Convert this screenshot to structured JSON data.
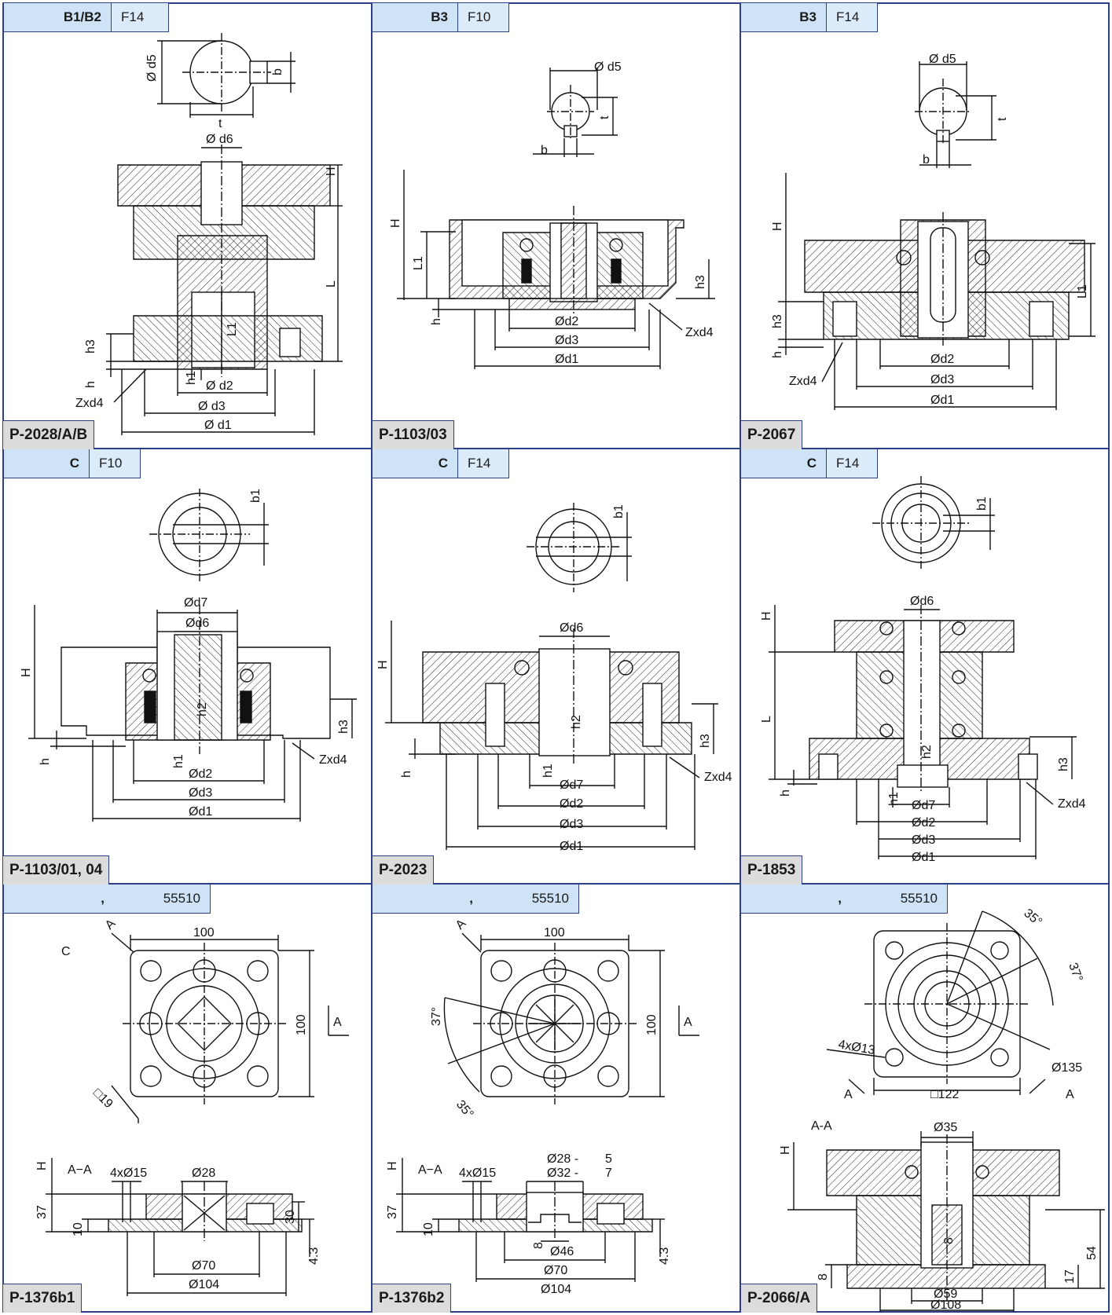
{
  "colors": {
    "grid": "#2b3f8a",
    "tag_fill": "#cfe3f6",
    "code_fill": "#dcdcdc",
    "line": "#111111"
  },
  "panels": [
    {
      "tag1": "B1/B2",
      "tag2": "F14",
      "code": "P-2028/A/B",
      "dims": {
        "d5": "Ø d5",
        "b": "b",
        "t": "t",
        "d6": "Ø d6",
        "H": "H",
        "L": "L",
        "L1": "L1",
        "h3": "h3",
        "h": "h",
        "h1": "h1",
        "d2": "Ø d2",
        "d3": "Ø d3",
        "d1": "Ø d1",
        "zxd4": "Zxd4"
      }
    },
    {
      "tag1": "B3",
      "tag2": "F10",
      "code": "P-1103/03",
      "dims": {
        "d5": "Ø d5",
        "t": "t",
        "b": "b",
        "H": "H",
        "L1": "L1",
        "h": "h",
        "h3": "h3",
        "d2": "Ød2",
        "d3": "Ød3",
        "d1": "Ød1",
        "zxd4": "Zxd4"
      }
    },
    {
      "tag1": "B3",
      "tag2": "F14",
      "code": "P-2067",
      "dims": {
        "d5": "Ø d5",
        "t": "t",
        "b": "b",
        "H": "H",
        "L1": "L1",
        "h3": "h3",
        "h": "h",
        "d2": "Ød2",
        "d3": "Ød3",
        "d1": "Ød1",
        "zxd4": "Zxd4"
      }
    },
    {
      "tag1": "C",
      "tag2": "F10",
      "code": "P-1103/01, 04",
      "dims": {
        "b1": "b1",
        "d7": "Ød7",
        "d6": "Ød6",
        "H": "H",
        "h2": "h2",
        "h3": "h3",
        "h": "h",
        "h1": "h1",
        "d2": "Ød2",
        "d3": "Ød3",
        "d1": "Ød1",
        "zxd4": "Zxd4"
      }
    },
    {
      "tag1": "C",
      "tag2": "F14",
      "code": "P-2023",
      "dims": {
        "b1": "b1",
        "d6": "Ød6",
        "H": "H",
        "h2": "h2",
        "h3": "h3",
        "h": "h",
        "h1": "h1",
        "d7": "Ød7",
        "d2": "Ød2",
        "d3": "Ød3",
        "d1": "Ød1",
        "zxd4": "Zxd4"
      }
    },
    {
      "tag1": "C",
      "tag2": "F14",
      "code": "P-1853",
      "dims": {
        "b1": "b1",
        "d6": "Ød6",
        "H": "H",
        "L": "L",
        "h2": "h2",
        "h3": "h3",
        "h": "h",
        "h1": "h1",
        "d7": "Ød7",
        "d2": "Ød2",
        "d3": "Ød3",
        "d1": "Ød1",
        "zxd4": "Zxd4"
      }
    },
    {
      "tag1": ",",
      "tag2": "55510",
      "code": "P-1376b1",
      "dims": {
        "c": "C",
        "a1": "A",
        "a2": "A",
        "w100": "100",
        "h100": "100",
        "sq": "□19",
        "H": "H",
        "aa": "A−A",
        "holes": "4xØ15",
        "d28": "Ø28",
        "v37": "37",
        "v10": "10",
        "v30": "30",
        "v43": "4.3",
        "d70": "Ø70",
        "d104": "Ø104"
      }
    },
    {
      "tag1": ",",
      "tag2": "55510",
      "code": "P-1376b2",
      "dims": {
        "a1": "A",
        "a2": "A",
        "w100": "100",
        "h100": "100",
        "ang37": "37°",
        "ang35": "35°",
        "H": "H",
        "aa": "A−A",
        "holes": "4xØ15",
        "d28": "Ø28 -",
        "d32": "Ø32 -",
        "n5": "5",
        "n7": "7",
        "v37": "37",
        "v10": "10",
        "v8": "8",
        "v43": "4.3",
        "d46": "Ø46",
        "d70": "Ø70",
        "d104": "Ø104"
      }
    },
    {
      "tag1": ",",
      "tag2": "55510",
      "code": "P-2066/A",
      "dims": {
        "ang35": "35°",
        "ang37": "37°",
        "holes": "4xØ13",
        "d135": "Ø135",
        "a1": "A",
        "a2": "A",
        "sq122": "□122",
        "aa": "A-A",
        "H": "H",
        "d35": "Ø35",
        "v8a": "8",
        "v8b": "8",
        "v17": "17",
        "v54": "54",
        "d59": "Ø59",
        "d108": "Ø108"
      }
    }
  ]
}
